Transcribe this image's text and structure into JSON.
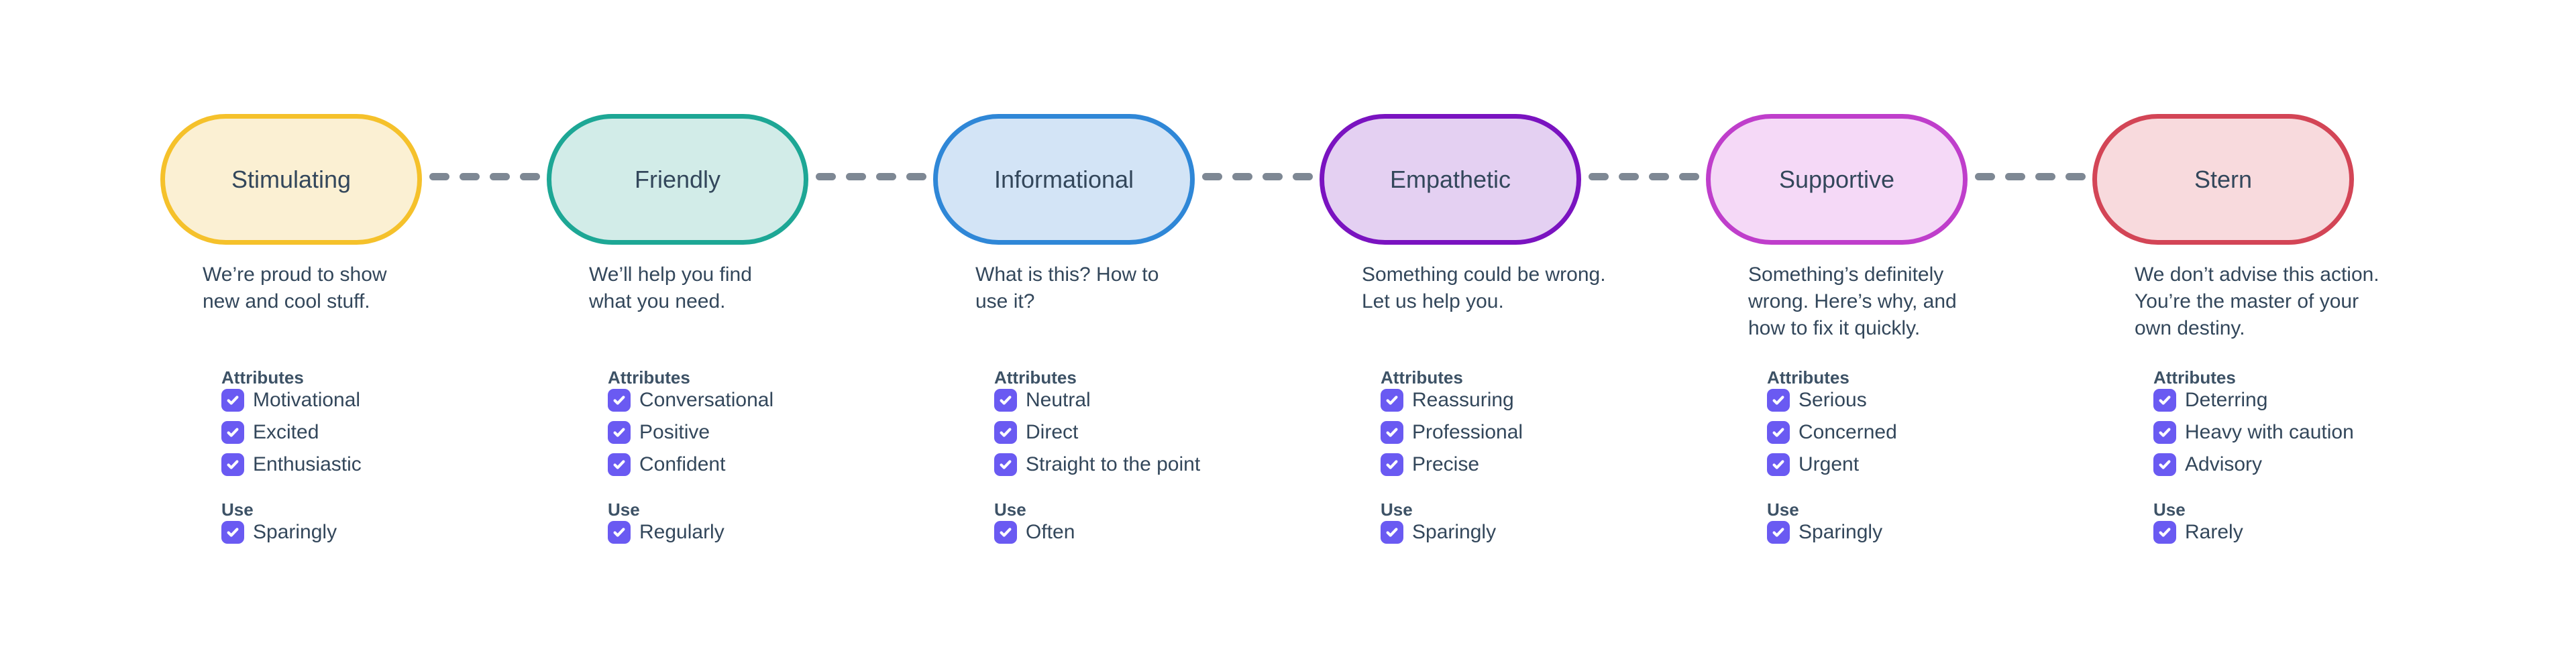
{
  "diagram": {
    "background_color": "#FFFFFF",
    "text_color": "#33475B",
    "dash_color": "#7E8894",
    "checkbox_color": "#6A5AF2",
    "section_labels": {
      "attributes": "Attributes",
      "use": "Use"
    },
    "tones": [
      {
        "name": "Stimulating",
        "border_color": "#F5C12B",
        "fill_color": "#FBF0D3",
        "description_lines": [
          "We’re proud to show",
          "new and cool stuff."
        ],
        "attributes": [
          {
            "label": "Motivational",
            "checked": true
          },
          {
            "label": "Excited",
            "checked": true
          },
          {
            "label": "Enthusiastic",
            "checked": true
          }
        ],
        "use": {
          "label": "Sparingly",
          "checked": true
        }
      },
      {
        "name": "Friendly",
        "border_color": "#1DA795",
        "fill_color": "#D2ECE8",
        "description_lines": [
          "We’ll help you find",
          "what you need."
        ],
        "attributes": [
          {
            "label": "Conversational",
            "checked": true
          },
          {
            "label": "Positive",
            "checked": true
          },
          {
            "label": "Confident",
            "checked": true
          }
        ],
        "use": {
          "label": "Regularly",
          "checked": true
        }
      },
      {
        "name": "Informational",
        "border_color": "#2F87D7",
        "fill_color": "#D3E4F6",
        "description_lines": [
          "What is this? How to",
          "use it?"
        ],
        "attributes": [
          {
            "label": "Neutral",
            "checked": true
          },
          {
            "label": "Direct",
            "checked": true
          },
          {
            "label": "Straight to the point",
            "checked": true
          }
        ],
        "use": {
          "label": "Often",
          "checked": true
        }
      },
      {
        "name": "Empathetic",
        "border_color": "#7A13C0",
        "fill_color": "#E4D0F2",
        "description_lines": [
          "Something could be wrong.",
          "Let us help you."
        ],
        "attributes": [
          {
            "label": "Reassuring",
            "checked": true
          },
          {
            "label": "Professional",
            "checked": true
          },
          {
            "label": "Precise",
            "checked": true
          }
        ],
        "use": {
          "label": "Sparingly",
          "checked": true
        }
      },
      {
        "name": "Supportive",
        "border_color": "#BF3ECB",
        "fill_color": "#F5D9F7",
        "description_lines": [
          "Something’s definitely",
          "wrong. Here’s why, and",
          "how to fix it quickly."
        ],
        "attributes": [
          {
            "label": "Serious",
            "checked": true
          },
          {
            "label": "Concerned",
            "checked": true
          },
          {
            "label": "Urgent",
            "checked": true
          }
        ],
        "use": {
          "label": "Sparingly",
          "checked": true
        }
      },
      {
        "name": "Stern",
        "border_color": "#D34556",
        "fill_color": "#F8DADD",
        "description_lines": [
          "We don’t advise this action.",
          "You’re the master of your",
          "own destiny."
        ],
        "attributes": [
          {
            "label": "Deterring",
            "checked": true
          },
          {
            "label": "Heavy with caution",
            "checked": true
          },
          {
            "label": "Advisory",
            "checked": true
          }
        ],
        "use": {
          "label": "Rarely",
          "checked": true
        }
      }
    ]
  }
}
